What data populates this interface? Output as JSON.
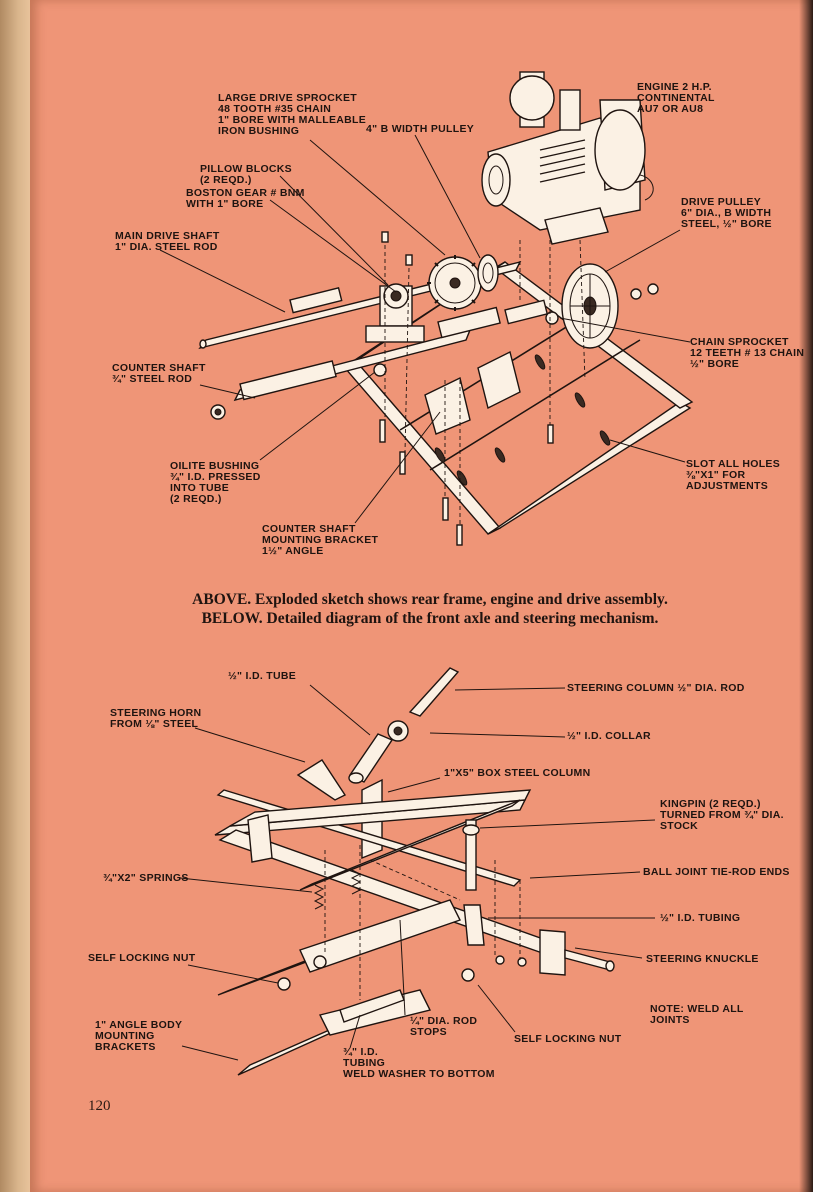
{
  "top_labels": {
    "large_drive_sprocket": "LARGE DRIVE SPROCKET\n48 TOOTH #35 CHAIN\n1\" BORE WITH MALLEABLE\nIRON BUSHING",
    "b_width_pulley": "4\" B WIDTH PULLEY",
    "engine": "ENGINE 2 H.P.\nCONTINENTAL\nAU7 OR AU8",
    "pillow_blocks": "PILLOW BLOCKS\n(2 REQD.)",
    "boston_gear": "BOSTON GEAR # BNM\nWITH 1\" BORE",
    "drive_pulley": "DRIVE PULLEY\n6\" DIA., B WIDTH\nSTEEL, ½\" BORE",
    "main_drive_shaft": "MAIN DRIVE SHAFT\n1\" DIA. STEEL ROD",
    "chain_sprocket": "CHAIN SPROCKET\n12 TEETH # 13 CHAIN\n½\" BORE",
    "counter_shaft": "COUNTER SHAFT\n¾\" STEEL ROD",
    "slot_holes": "SLOT ALL HOLES\n⅜\"x1\" FOR\nADJUSTMENTS",
    "oilite_bushing": "OILITE BUSHING\n¾\" I.D. PRESSED\nINTO TUBE\n(2 REQD.)",
    "counter_shaft_bracket": "COUNTER SHAFT\nMOUNTING BRACKET\n1½\" ANGLE"
  },
  "caption": {
    "above_kw": "ABOVE.",
    "above_text": "Exploded sketch shows rear frame, engine and drive assembly.",
    "below_kw": "BELOW.",
    "below_text": "Detailed diagram of the front axle and steering mechanism."
  },
  "bottom_labels": {
    "id_tube": "½\" I.D. TUBE",
    "steering_column": "STEERING COLUMN ½\" DIA. ROD",
    "steering_horn": "STEERING HORN\nFROM ⅛\" STEEL",
    "id_collar": "½\" I.D. COLLAR",
    "box_steel_column": "1\"x5\" BOX STEEL COLUMN",
    "kingpin": "KINGPIN (2 REQD.)\nTURNED FROM ¾\" DIA.\nSTOCK",
    "springs": "¾\"x2\" SPRINGS",
    "ball_joint": "BALL JOINT TIE-ROD ENDS",
    "id_tubing": "½\" I.D. TUBING",
    "self_locking_nut_left": "SELF LOCKING NUT",
    "steering_knuckle": "STEERING KNUCKLE",
    "note_weld": "NOTE: WELD ALL\nJOINTS",
    "angle_body": "1\" ANGLE BODY\nMOUNTING\nBRACKETS",
    "rod_stops": "¼\" DIA. ROD\nSTOPS",
    "self_locking_nut_bottom": "SELF LOCKING NUT",
    "tubing_34": "¾\" I.D.\nTUBING\nWELD WASHER TO BOTTOM"
  },
  "page_number": "120"
}
